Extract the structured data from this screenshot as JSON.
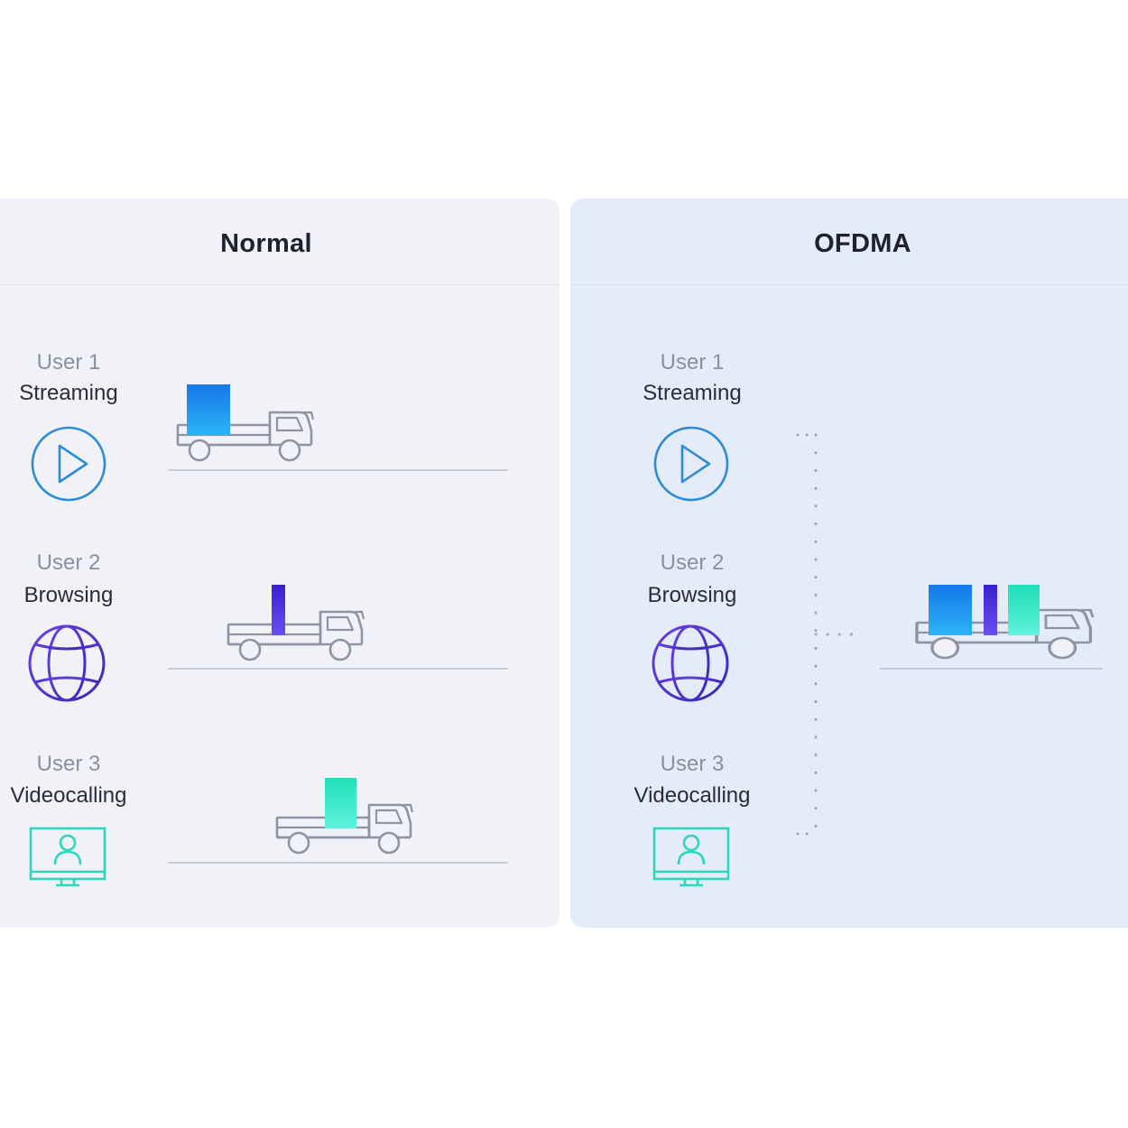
{
  "panels": {
    "normal": {
      "title": "Normal",
      "users": [
        {
          "label": "User 1",
          "activity": "Streaming",
          "icon": "play-icon"
        },
        {
          "label": "User 2",
          "activity": "Browsing",
          "icon": "globe-icon"
        },
        {
          "label": "User 3",
          "activity": "Videocalling",
          "icon": "monitor-user-icon"
        }
      ]
    },
    "ofdma": {
      "title": "OFDMA",
      "users": [
        {
          "label": "User 1",
          "activity": "Streaming",
          "icon": "play-icon"
        },
        {
          "label": "User 2",
          "activity": "Browsing",
          "icon": "globe-icon"
        },
        {
          "label": "User 3",
          "activity": "Videocalling",
          "icon": "monitor-user-icon"
        }
      ]
    }
  },
  "colors": {
    "streaming_cargo": "#1a8cf0",
    "browsing_cargo": "#4a2fd8",
    "videocall_cargo": "#2ee6c0",
    "truck_outline": "#8f93a3",
    "road": "#c9ccd8",
    "play_icon": "#2e8bd6",
    "globe_icon": "#4a2fcf",
    "monitor_icon": "#2ed6c0"
  }
}
